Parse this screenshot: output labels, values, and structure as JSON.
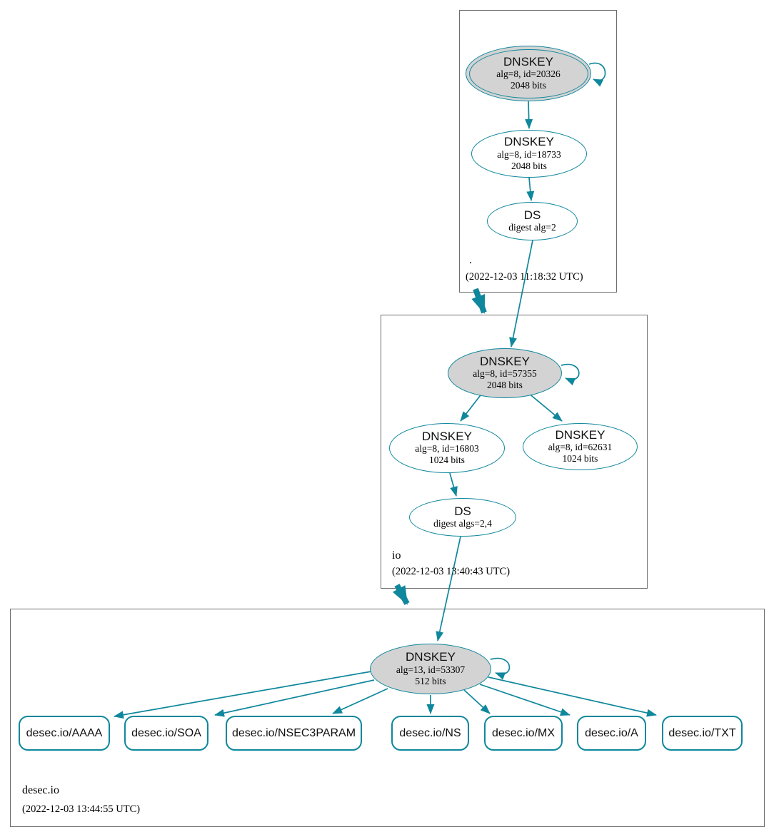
{
  "diagram": {
    "type": "dnssec-authentication-graph",
    "colors": {
      "secure_edge": "#0f879c",
      "key_fill": "#d3d3d3",
      "zone_box_border": "#6e6e6e",
      "background": "#ffffff"
    },
    "zones": [
      {
        "name": ".",
        "timestamp": "(2022-12-03 11:18:32 UTC)",
        "ksk": {
          "title": "DNSKEY",
          "detail1": "alg=8, id=20326",
          "detail2": "2048 bits"
        },
        "zsk": {
          "title": "DNSKEY",
          "detail1": "alg=8, id=18733",
          "detail2": "2048 bits"
        },
        "ds": {
          "title": "DS",
          "detail1": "digest alg=2"
        }
      },
      {
        "name": "io",
        "timestamp": "(2022-12-03 13:40:43 UTC)",
        "ksk": {
          "title": "DNSKEY",
          "detail1": "alg=8, id=57355",
          "detail2": "2048 bits"
        },
        "zsk1": {
          "title": "DNSKEY",
          "detail1": "alg=8, id=16803",
          "detail2": "1024 bits"
        },
        "zsk2": {
          "title": "DNSKEY",
          "detail1": "alg=8, id=62631",
          "detail2": "1024 bits"
        },
        "ds": {
          "title": "DS",
          "detail1": "digest algs=2,4"
        }
      },
      {
        "name": "desec.io",
        "timestamp": "(2022-12-03 13:44:55 UTC)",
        "ksk": {
          "title": "DNSKEY",
          "detail1": "alg=13, id=53307",
          "detail2": "512 bits"
        },
        "rrsets": [
          {
            "label": "desec.io/AAAA"
          },
          {
            "label": "desec.io/SOA"
          },
          {
            "label": "desec.io/NSEC3PARAM"
          },
          {
            "label": "desec.io/NS"
          },
          {
            "label": "desec.io/MX"
          },
          {
            "label": "desec.io/A"
          },
          {
            "label": "desec.io/TXT"
          }
        ]
      }
    ]
  }
}
